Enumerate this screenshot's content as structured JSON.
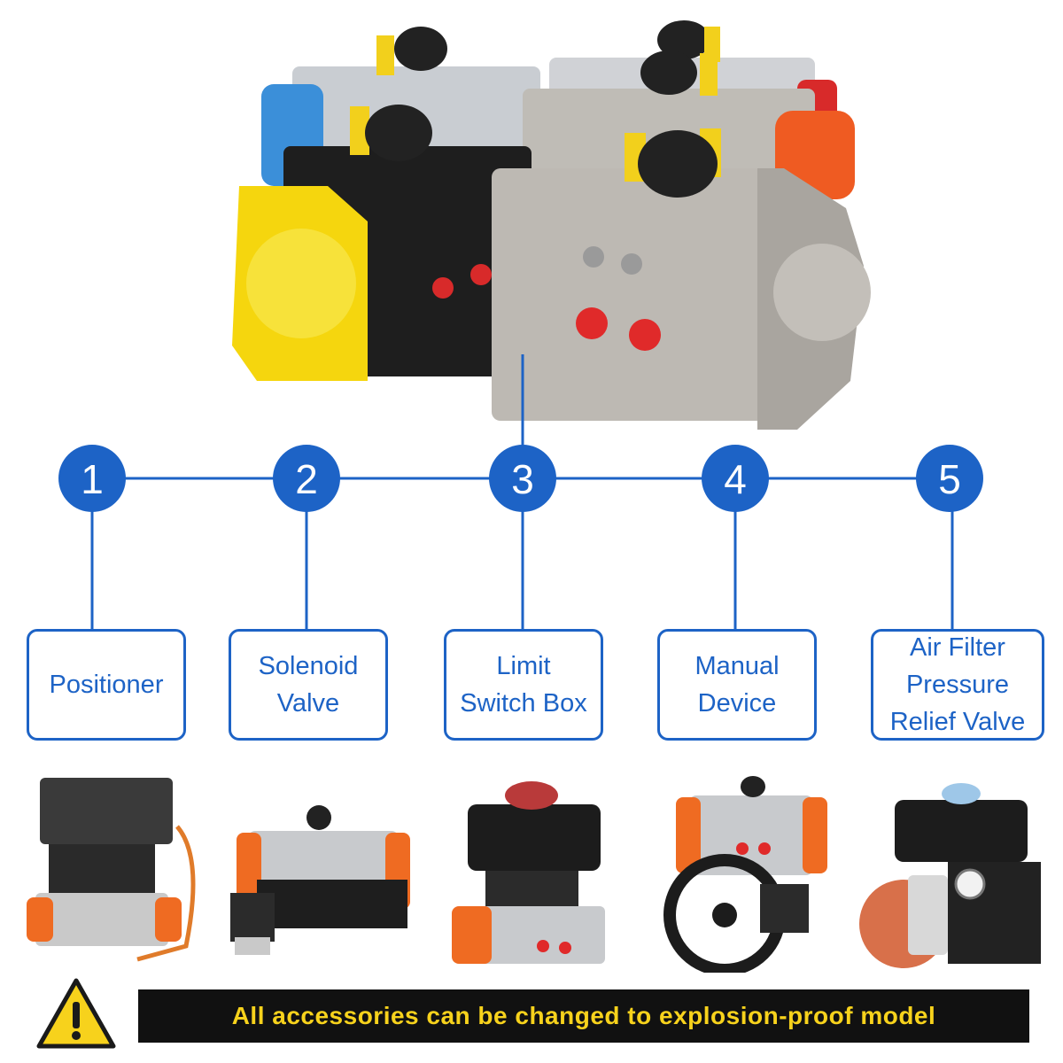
{
  "hub": {
    "items": [
      {
        "number": "1",
        "label": "Positioner"
      },
      {
        "number": "2",
        "label": "Solenoid\nValve"
      },
      {
        "number": "3",
        "label": "Limit\nSwitch Box"
      },
      {
        "number": "4",
        "label": "Manual\nDevice"
      },
      {
        "number": "5",
        "label": "Air Filter\nPressure\nRelief Valve"
      }
    ]
  },
  "banner": {
    "text": "All accessories can be changed to explosion-proof model"
  },
  "colors": {
    "accent_blue": "#1d63c6",
    "banner_bg": "#111111",
    "banner_text": "#f7d21c",
    "warning_yellow": "#f7d21c"
  },
  "icons": {
    "warning": "warning-triangle-icon"
  }
}
